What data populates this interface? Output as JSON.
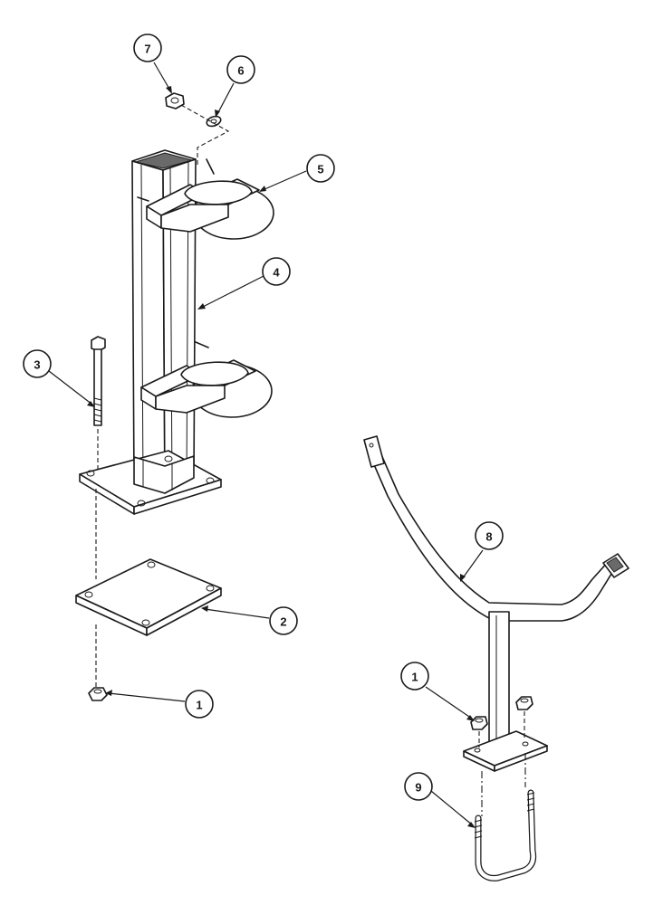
{
  "callouts": {
    "c7": "7",
    "c6": "6",
    "c5": "5",
    "c4": "4",
    "c3": "3",
    "c2": "2",
    "c1_left": "1",
    "c8": "8",
    "c1_right": "1",
    "c9": "9"
  },
  "colors": {
    "line": "#1a1a1a",
    "shade": "#6a6a6a",
    "background": "#ffffff"
  }
}
